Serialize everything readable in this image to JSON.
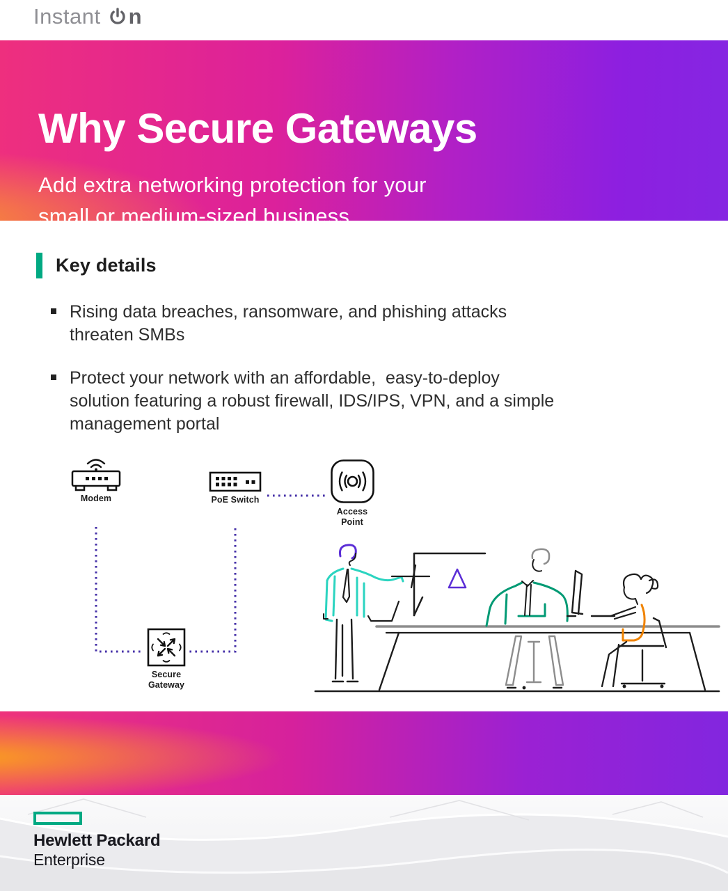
{
  "header": {
    "brand_text": "Instant",
    "brand_suffix": "n"
  },
  "hero": {
    "title": "Why Secure Gateways",
    "subtitle_lines": [
      "Add extra networking protection for your",
      "small or medium-sized business"
    ]
  },
  "key_details": {
    "heading": "Key details",
    "bullets": [
      {
        "lines": [
          "Rising data breaches, ransomware, and phishing attacks",
          "threaten SMBs"
        ]
      },
      {
        "lines": [
          "Protect your network with an affordable,  easy-to-deploy",
          "solution featuring a robust firewall, IDS/IPS, VPN, and a simple",
          "management portal"
        ]
      }
    ]
  },
  "diagram": {
    "nodes": [
      {
        "id": "modem",
        "label": "Modem"
      },
      {
        "id": "poe_switch",
        "label": "PoE Switch"
      },
      {
        "id": "access_point",
        "label_lines": [
          "Access",
          "Point"
        ]
      },
      {
        "id": "secure_gateway",
        "label_lines": [
          "Secure",
          "Gateway"
        ]
      }
    ],
    "connection_color": "#4631A8"
  },
  "illustration_colors": {
    "line_black": "#1c1c1c",
    "gray": "#8d8d8d",
    "teal": "#2bd4c0",
    "green": "#019a74",
    "purple": "#5b2ed6",
    "orange": "#f08300"
  },
  "brand_colors": {
    "hpe_green": "#01A982",
    "gradient_orange": "#F9A21C",
    "gradient_pink": "#E0219C",
    "gradient_purple": "#8526E2"
  },
  "footer": {
    "logo_lines": [
      "Hewlett Packard",
      "Enterprise"
    ]
  }
}
